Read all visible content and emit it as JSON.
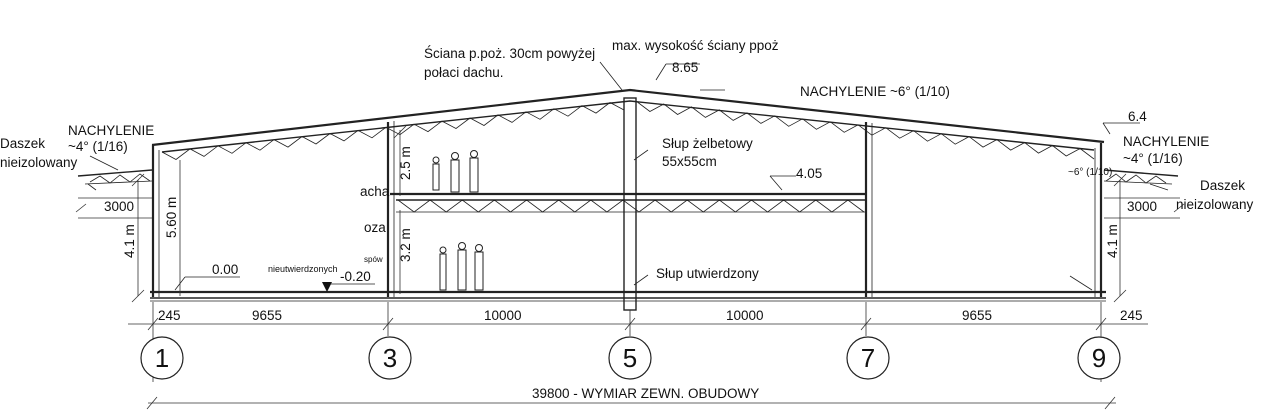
{
  "labels": {
    "firewall_note_line1": "Ściana p.poż. 30cm powyżej",
    "firewall_note_line2": "połaci dachu.",
    "max_wall_height_label": "max. wysokość ściany ppoż",
    "max_wall_height_value": "8.65",
    "main_slope": "NACHYLENIE  ~6° (1/10)",
    "left_slope_title": "NACHYLENIE",
    "left_slope_value": "~4° (1/16)",
    "left_canopy_line1": "Daszek",
    "left_canopy_line2": "nieizolowany",
    "right_slope_title": "NACHYLENIE",
    "right_slope_value": "~4° (1/16)",
    "right_canopy_line1": "Daszek",
    "right_canopy_line2": "nieizolowany",
    "right_eave_level": "6.4",
    "right_small_slope": "~6° (1/10)",
    "column_rc_line1": "Słup żelbetowy",
    "column_rc_line2": "55x55cm",
    "column_braced": "Słup utwierdzony",
    "mezzanine_level": "4.05",
    "floor_level": "0.00",
    "floor_unconsolidated_note": "nieutwierdzonych",
    "floor_low_level": "-0.20",
    "left_canopy_width": "3000",
    "right_canopy_width": "3000",
    "left_eave_height": "4.1 m",
    "right_eave_height": "4.1 m",
    "left_inner_height": "5.60 m",
    "mezz_upper_height": "2.5 m",
    "mezz_lower_height": "3.2 m",
    "partial_label_1": "acha",
    "partial_label_2": "oza",
    "partial_label_3": "spów",
    "total_width": "39800 - WYMIAR ZEWN. OBUDOWY"
  },
  "spans": [
    "245",
    "9655",
    "10000",
    "10000",
    "9655",
    "245"
  ],
  "axes": [
    "1",
    "3",
    "5",
    "7",
    "9"
  ]
}
